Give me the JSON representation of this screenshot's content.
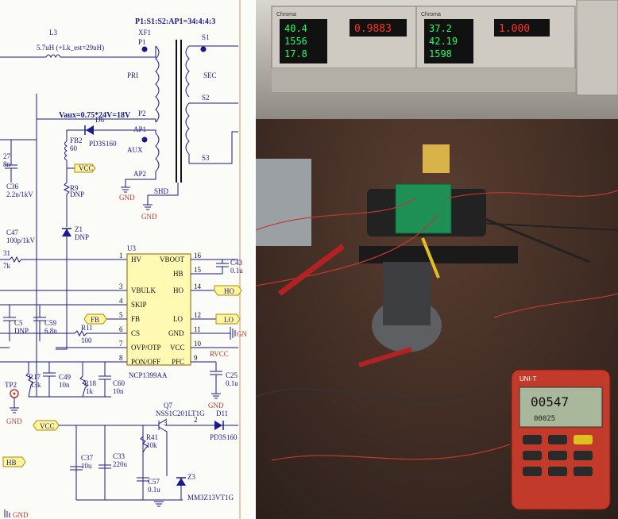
{
  "schematic": {
    "ratio": "P1:S1:S2:AP1=34:4:4:3",
    "xfmr": {
      "ref": "XF1",
      "p1": "P1",
      "p2": "P2",
      "s1": "S1",
      "s2": "S2",
      "s3": "S3",
      "ap1": "AP1",
      "ap2": "AP2",
      "pri": "PRI",
      "sec": "SEC",
      "aux": "AUX",
      "shd": "SHD"
    },
    "l3": {
      "ref": "L3",
      "val": "5.7uH (+Lk_est=29uH)"
    },
    "vaux": "Vaux=0.75*24V=18V",
    "d6": {
      "ref": "D6",
      "val": "PD3S160"
    },
    "fb2": {
      "ref": "FB2",
      "val": "60"
    },
    "c27": {
      "ref": "27",
      "val": "8n"
    },
    "c36": {
      "ref": "C36",
      "val": "2.2n/1kV"
    },
    "r9": {
      "ref": "R9",
      "val": "DNP"
    },
    "c47": {
      "ref": "C47",
      "val": "100p/1kV"
    },
    "z1": {
      "ref": "Z1",
      "val": "DNP"
    },
    "r31": {
      "ref": "31",
      "val": "7k"
    },
    "u3": {
      "ref": "U3",
      "part": "NCP1399AA"
    },
    "pins_left": [
      {
        "num": "1",
        "name": "HV"
      },
      {
        "num": "3",
        "name": "VBULK"
      },
      {
        "num": "4",
        "name": "SKIP"
      },
      {
        "num": "5",
        "name": "FB"
      },
      {
        "num": "6",
        "name": "CS"
      },
      {
        "num": "7",
        "name": "OVP/OTP"
      },
      {
        "num": "8",
        "name": "PON/OFF"
      }
    ],
    "pins_right": [
      {
        "num": "16",
        "name": "VBOOT"
      },
      {
        "num": "15",
        "name": "HB"
      },
      {
        "num": "14",
        "name": "HO"
      },
      {
        "num": "12",
        "name": "LO"
      },
      {
        "num": "11",
        "name": "GND"
      },
      {
        "num": "10",
        "name": "VCC"
      },
      {
        "num": "9",
        "name": "PFC"
      }
    ],
    "c43": {
      "ref": "C43",
      "val": "0.1u"
    },
    "c5": {
      "ref": "C5",
      "val": "DNP"
    },
    "c59": {
      "ref": "C59",
      "val": "6.8n"
    },
    "r11": {
      "ref": "R11",
      "val": "100"
    },
    "rvcc": "RVCC",
    "c25": {
      "ref": "C25",
      "val": "0.1u"
    },
    "tp2": "TP2",
    "r17": {
      "ref": "R17",
      "val": "13k"
    },
    "c49": {
      "ref": "C49",
      "val": "10n"
    },
    "r18": {
      "ref": "R18",
      "val": "1k"
    },
    "c60": {
      "ref": "C60",
      "val": "10n"
    },
    "q7": {
      "ref": "Q7",
      "val": "NSS1C201LT1G"
    },
    "d11": {
      "ref": "D11",
      "val": "PD3S160"
    },
    "r41": {
      "ref": "R41",
      "val": "10k"
    },
    "c37": {
      "ref": "C37",
      "val": "10u"
    },
    "c33": {
      "ref": "C33",
      "val": "220u"
    },
    "c57": {
      "ref": "C57",
      "val": "0.1u"
    },
    "z3": {
      "ref": "Z3",
      "val": "MM3Z13VT1G"
    },
    "nets": {
      "vcc": "VCC",
      "fb": "FB",
      "ho": "HO",
      "lo": "LO",
      "hb": "HB",
      "gnd": "GND",
      "gn": "GN"
    }
  },
  "photo": {
    "meter1": {
      "brand": "Chroma",
      "rows": [
        "40.4",
        "1556",
        "17.8"
      ],
      "right": "0.9883"
    },
    "meter2": {
      "brand": "Chroma",
      "rows": [
        "37.2",
        "42.19",
        "1598"
      ],
      "right": "1.000"
    },
    "multimeter": {
      "brand": "UNI-T",
      "reading": "00547",
      "sub": "00025"
    },
    "colors": {
      "lcd_green": "#22ff66",
      "lcd_red": "#ff3322",
      "pcb": "#1e8f55",
      "probe_red": "#c0392b"
    }
  }
}
